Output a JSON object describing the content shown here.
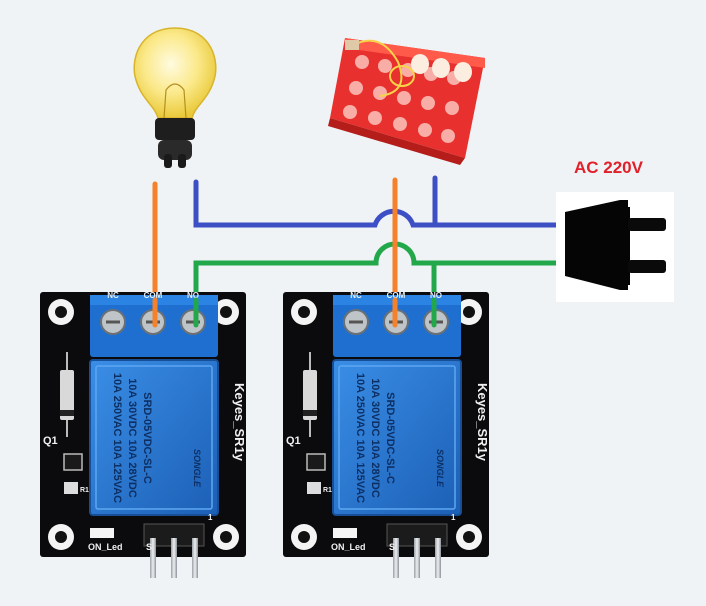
{
  "power": {
    "label": "AC 220V",
    "color": "#e0202a"
  },
  "wires": {
    "neutral_color": "#3d4fc4",
    "live_color": "#22a84a",
    "switched_color": "#f5822a"
  },
  "modules": [
    {
      "brand": "Keyes_SR1y",
      "terminal_labels": [
        "NC",
        "COM",
        "NO"
      ],
      "relay_lines": [
        "10A 250VAC  10A 125VAC",
        "10A 30VDC  10A 28VDC",
        "SRD-05VDC-SL-C"
      ],
      "relay_brand": "SONGLE",
      "transistor_label": "Q1",
      "resistor_label": "R1",
      "led_label": "ON_Led",
      "pin_label": "S",
      "pin_number": "1"
    },
    {
      "brand": "Keyes_SR1y",
      "terminal_labels": [
        "NC",
        "COM",
        "NO"
      ],
      "relay_lines": [
        "10A 250VAC  10A 125VAC",
        "10A 30VDC  10A 28VDC",
        "SRD-05VDC-SL-C"
      ],
      "relay_brand": "SONGLE",
      "transistor_label": "Q1",
      "resistor_label": "R1",
      "led_label": "ON_Led",
      "pin_label": "S",
      "pin_number": "1"
    }
  ],
  "icons": {
    "lamp": "light-bulb-icon",
    "incubator": "egg-incubator-tray-icon",
    "plug": "ac-plug-icon"
  }
}
